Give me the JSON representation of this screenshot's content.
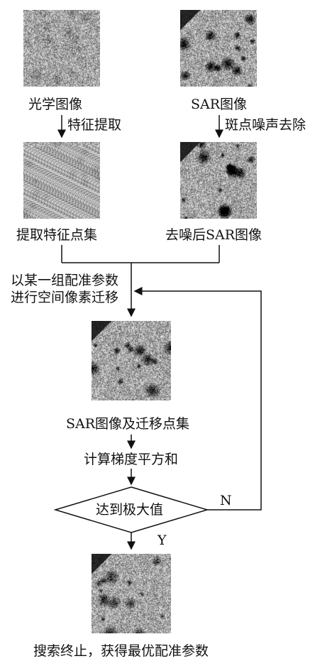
{
  "labels": {
    "optical_image": "光学图像",
    "sar_image": "SAR图像",
    "feature_extraction": "特征提取",
    "speckle_removal": "斑点噪声去除",
    "feature_point_set": "提取特征点集",
    "denoised_sar": "去噪后SAR图像",
    "migrate_line1": "以某一组配准参数",
    "migrate_line2": "进行空间像素迁移",
    "sar_and_points": "SAR图像及迁移点集",
    "compute_gradient": "计算梯度平方和",
    "reach_max": "达到极大值",
    "no": "N",
    "yes": "Y",
    "result": "搜索终止，获得最优配准参数"
  },
  "colors": {
    "line": "#111111",
    "image_dark": "#1a1a1a",
    "image_mid": "#8c8c8c",
    "image_light": "#d0d0d0"
  }
}
